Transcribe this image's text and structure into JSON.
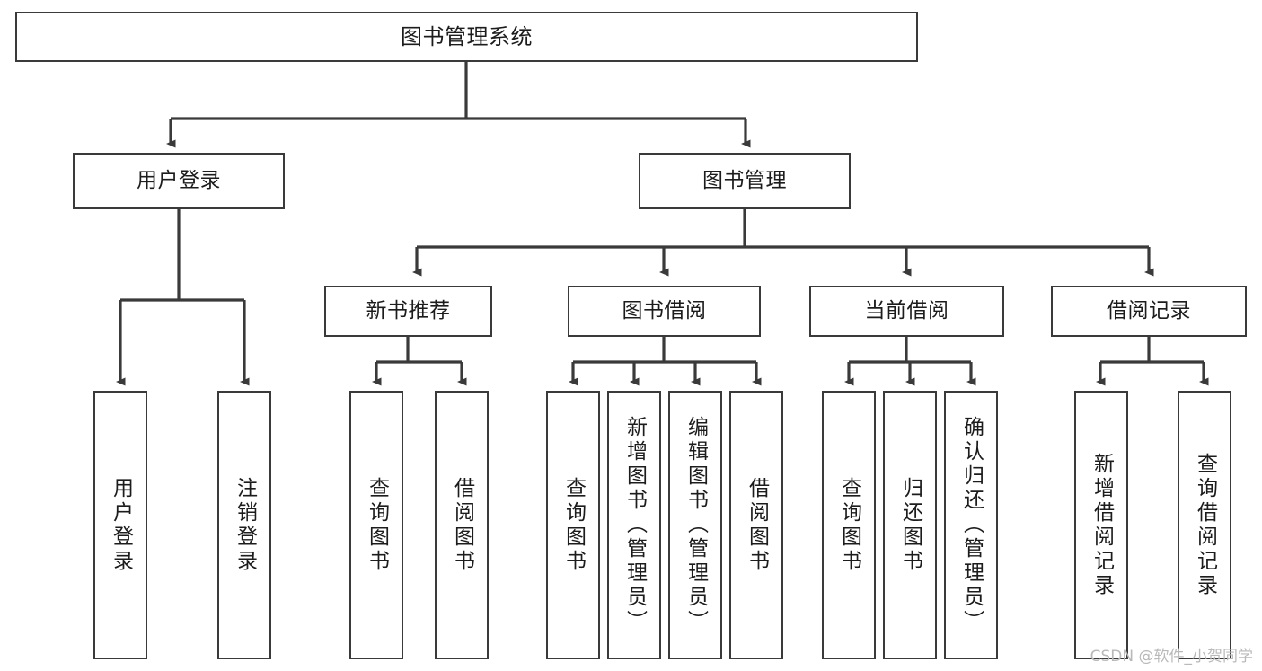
{
  "diagram": {
    "title": "图书管理系统",
    "type": "tree-structure-chart",
    "stroke_color": "#3a3a3a",
    "text_color": "#1c1c1c",
    "background_color": "#ffffff"
  },
  "nodes": {
    "root": {
      "label": "图书管理系统"
    },
    "level2": [
      {
        "id": "user-login",
        "label": "用户登录"
      },
      {
        "id": "book-management",
        "label": "图书管理"
      }
    ],
    "level3": [
      {
        "id": "new-book-recommend",
        "label": "新书推荐"
      },
      {
        "id": "book-borrow",
        "label": "图书借阅"
      },
      {
        "id": "current-borrow",
        "label": "当前借阅"
      },
      {
        "id": "borrow-record",
        "label": "借阅记录"
      }
    ],
    "leaves": {
      "user_login": [
        {
          "id": "leaf-user-login",
          "label": "用户登录"
        },
        {
          "id": "leaf-logout-login",
          "label": "注销登录"
        }
      ],
      "new_book_recommend": [
        {
          "id": "leaf-query-book-1",
          "label": "查询图书"
        },
        {
          "id": "leaf-borrow-book-1",
          "label": "借阅图书"
        }
      ],
      "book_borrow": [
        {
          "id": "leaf-query-book-2",
          "label": "查询图书"
        },
        {
          "id": "leaf-add-book",
          "label": "新增图书（管理员）"
        },
        {
          "id": "leaf-edit-book",
          "label": "编辑图书（管理员）"
        },
        {
          "id": "leaf-borrow-book-2",
          "label": "借阅图书"
        }
      ],
      "current_borrow": [
        {
          "id": "leaf-query-book-3",
          "label": "查询图书"
        },
        {
          "id": "leaf-return-book",
          "label": "归还图书"
        },
        {
          "id": "leaf-confirm-return",
          "label": "确认归还（管理员）"
        }
      ],
      "borrow_record": [
        {
          "id": "leaf-add-record",
          "label": "新增借阅记录"
        },
        {
          "id": "leaf-query-record",
          "label": "查询借阅记录"
        }
      ]
    }
  },
  "watermark": {
    "text": "CSDN @软件_小贺同学"
  }
}
